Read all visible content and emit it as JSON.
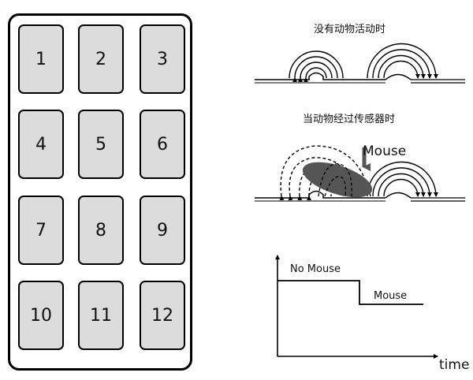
{
  "grid": {
    "cells": [
      "1",
      "2",
      "3",
      "4",
      "5",
      "6",
      "7",
      "8",
      "9",
      "10",
      "11",
      "12"
    ]
  },
  "diagrams": {
    "no_animal_caption": "没有动物活动时",
    "animal_passing_caption": "当动物经过传感器时",
    "mouse_label": "Mouse"
  },
  "signal_plot": {
    "high_label": "No Mouse",
    "low_label": "Mouse",
    "x_axis_label": "time"
  },
  "colors": {
    "cell_fill": "#dcdcdc",
    "mouse_fill": "#555555",
    "line": "#000000"
  }
}
